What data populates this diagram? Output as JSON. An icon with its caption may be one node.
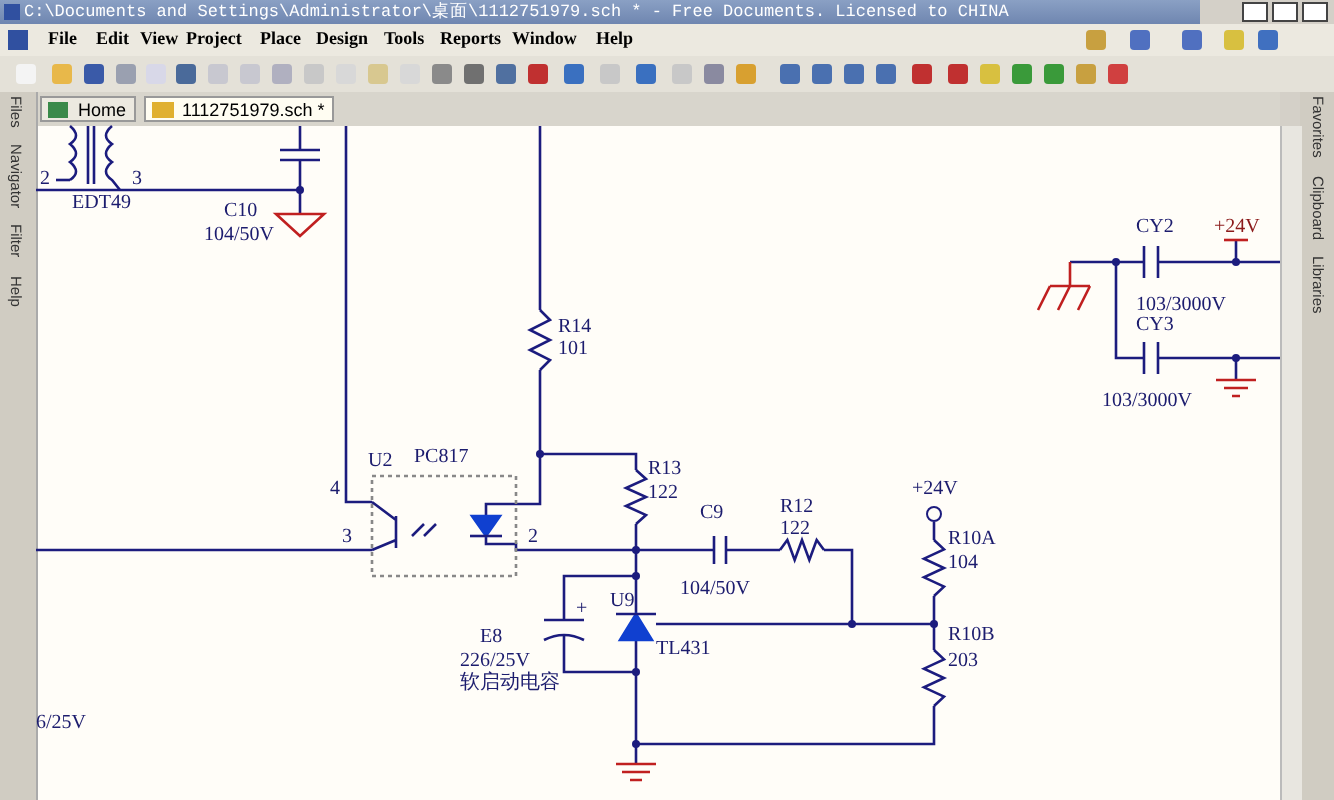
{
  "diagram": {
    "title": "C:\\Documents and Settings\\Administrator\\桌面\\1112751979.sch * - Free Documents. Licensed to CHINA",
    "labels": [
      "File",
      "Edit",
      "View",
      "Project",
      "Place",
      "Design",
      "Tools",
      "Reports",
      "Window",
      "Help",
      "Home",
      "1112751979.sch *",
      "Files",
      "Navigator",
      "Filter",
      "Help",
      "Favorites",
      "Clipboard",
      "Libraries",
      "2",
      "3",
      "EDT49",
      "C10",
      "104/50V",
      "R14",
      "101",
      "U2",
      "PC817",
      "4",
      "3",
      "2",
      "R13",
      "122",
      "C9",
      "R12",
      "122",
      "+24V",
      "R10A",
      "104",
      "R10B",
      "203",
      "104/50V",
      "+",
      "U9",
      "E8",
      "TL431",
      "226/25V",
      "软启动电容",
      "6/25V",
      "CY2",
      "+24V",
      "103/3000V",
      "CY3",
      "103/3000V"
    ]
  }
}
